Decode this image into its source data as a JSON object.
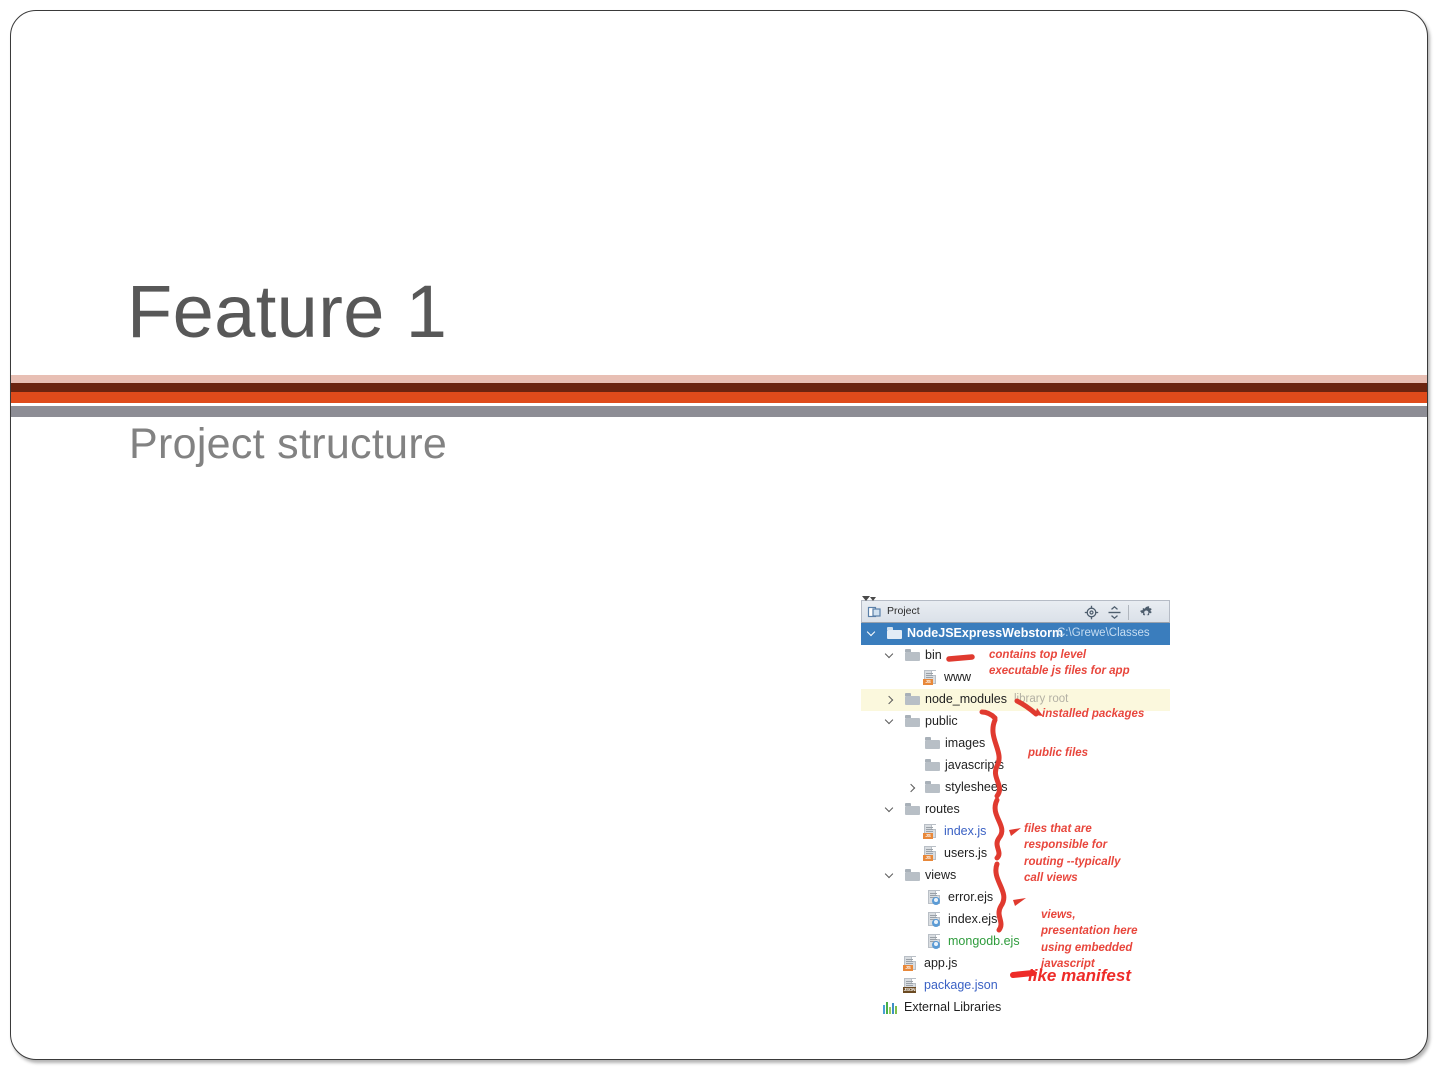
{
  "slide": {
    "title": "Feature 1",
    "subtitle": "Project structure",
    "accent_colors": {
      "band_pink": "#e8bfb4",
      "band_dark": "#6b2410",
      "band_orange": "#df4b1b",
      "band_gray": "#8d8d95",
      "title_text": "#585858",
      "subtitle_text": "#828282",
      "annotation_red": "#e8463c"
    }
  },
  "ide": {
    "toolbar": {
      "title": "Project",
      "dropdown_icon": "chevron-down-icon",
      "icons": [
        "project-icon",
        "locate-target-icon",
        "collapse-all-icon",
        "settings-gear-icon"
      ]
    },
    "tree": [
      {
        "label": "NodeJSExpressWebstorm",
        "path": "C:\\Grewe\\Classes",
        "type": "project-root",
        "state": "expanded",
        "selected": true
      },
      {
        "label": "bin",
        "type": "folder",
        "state": "expanded"
      },
      {
        "label": "www",
        "type": "js-file"
      },
      {
        "label": "node_modules",
        "note": "library root",
        "type": "folder",
        "state": "collapsed",
        "highlighted": true
      },
      {
        "label": "public",
        "type": "folder",
        "state": "expanded"
      },
      {
        "label": "images",
        "type": "folder"
      },
      {
        "label": "javascripts",
        "type": "folder"
      },
      {
        "label": "stylesheets",
        "type": "folder",
        "state": "collapsed"
      },
      {
        "label": "routes",
        "type": "folder",
        "state": "expanded"
      },
      {
        "label": "index.js",
        "type": "js-file",
        "color": "blue"
      },
      {
        "label": "users.js",
        "type": "js-file"
      },
      {
        "label": "views",
        "type": "folder",
        "state": "expanded"
      },
      {
        "label": "error.ejs",
        "type": "ejs-file"
      },
      {
        "label": "index.ejs",
        "type": "ejs-file"
      },
      {
        "label": "mongodb.ejs",
        "type": "ejs-file",
        "color": "green"
      },
      {
        "label": "app.js",
        "type": "js-file"
      },
      {
        "label": "package.json",
        "type": "json-file",
        "color": "blue"
      },
      {
        "label": "External Libraries",
        "type": "external-libraries"
      }
    ],
    "annotations": [
      {
        "id": "bin-note",
        "text": "contains top level\nexecutable js files for app"
      },
      {
        "id": "node-modules-note",
        "text": "installed packages"
      },
      {
        "id": "public-note",
        "text": "public files"
      },
      {
        "id": "routes-note",
        "text": "files that are\nresponsible for\nrouting --typically\ncall views"
      },
      {
        "id": "views-note",
        "text": "views,\npresentation here\nusing embedded\njavascript"
      },
      {
        "id": "package-note",
        "text": "like manifest"
      }
    ]
  }
}
